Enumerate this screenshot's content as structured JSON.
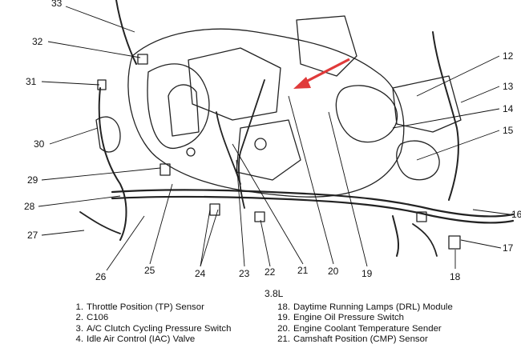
{
  "diagram": {
    "engine_label": "3.8L",
    "callouts": [
      "33",
      "32",
      "31",
      "30",
      "29",
      "28",
      "27",
      "26",
      "25",
      "24",
      "23",
      "22",
      "21",
      "20",
      "19",
      "18",
      "17",
      "16",
      "15",
      "14",
      "13",
      "12"
    ],
    "highlight_arrow_color": "#e03a3a"
  },
  "legend": {
    "left": [
      {
        "num": "1.",
        "text": "Throttle Position (TP) Sensor"
      },
      {
        "num": "2.",
        "text": "C106"
      },
      {
        "num": "3.",
        "text": "A/C Clutch Cycling Pressure Switch"
      },
      {
        "num": "4.",
        "text": "Idle Air Control (IAC) Valve"
      }
    ],
    "right": [
      {
        "num": "18.",
        "text": "Daytime Running Lamps (DRL) Module"
      },
      {
        "num": "19.",
        "text": "Engine Oil Pressure Switch"
      },
      {
        "num": "20.",
        "text": "Engine Coolant Temperature Sender"
      },
      {
        "num": "21.",
        "text": "Camshaft Position (CMP) Sensor"
      }
    ]
  }
}
